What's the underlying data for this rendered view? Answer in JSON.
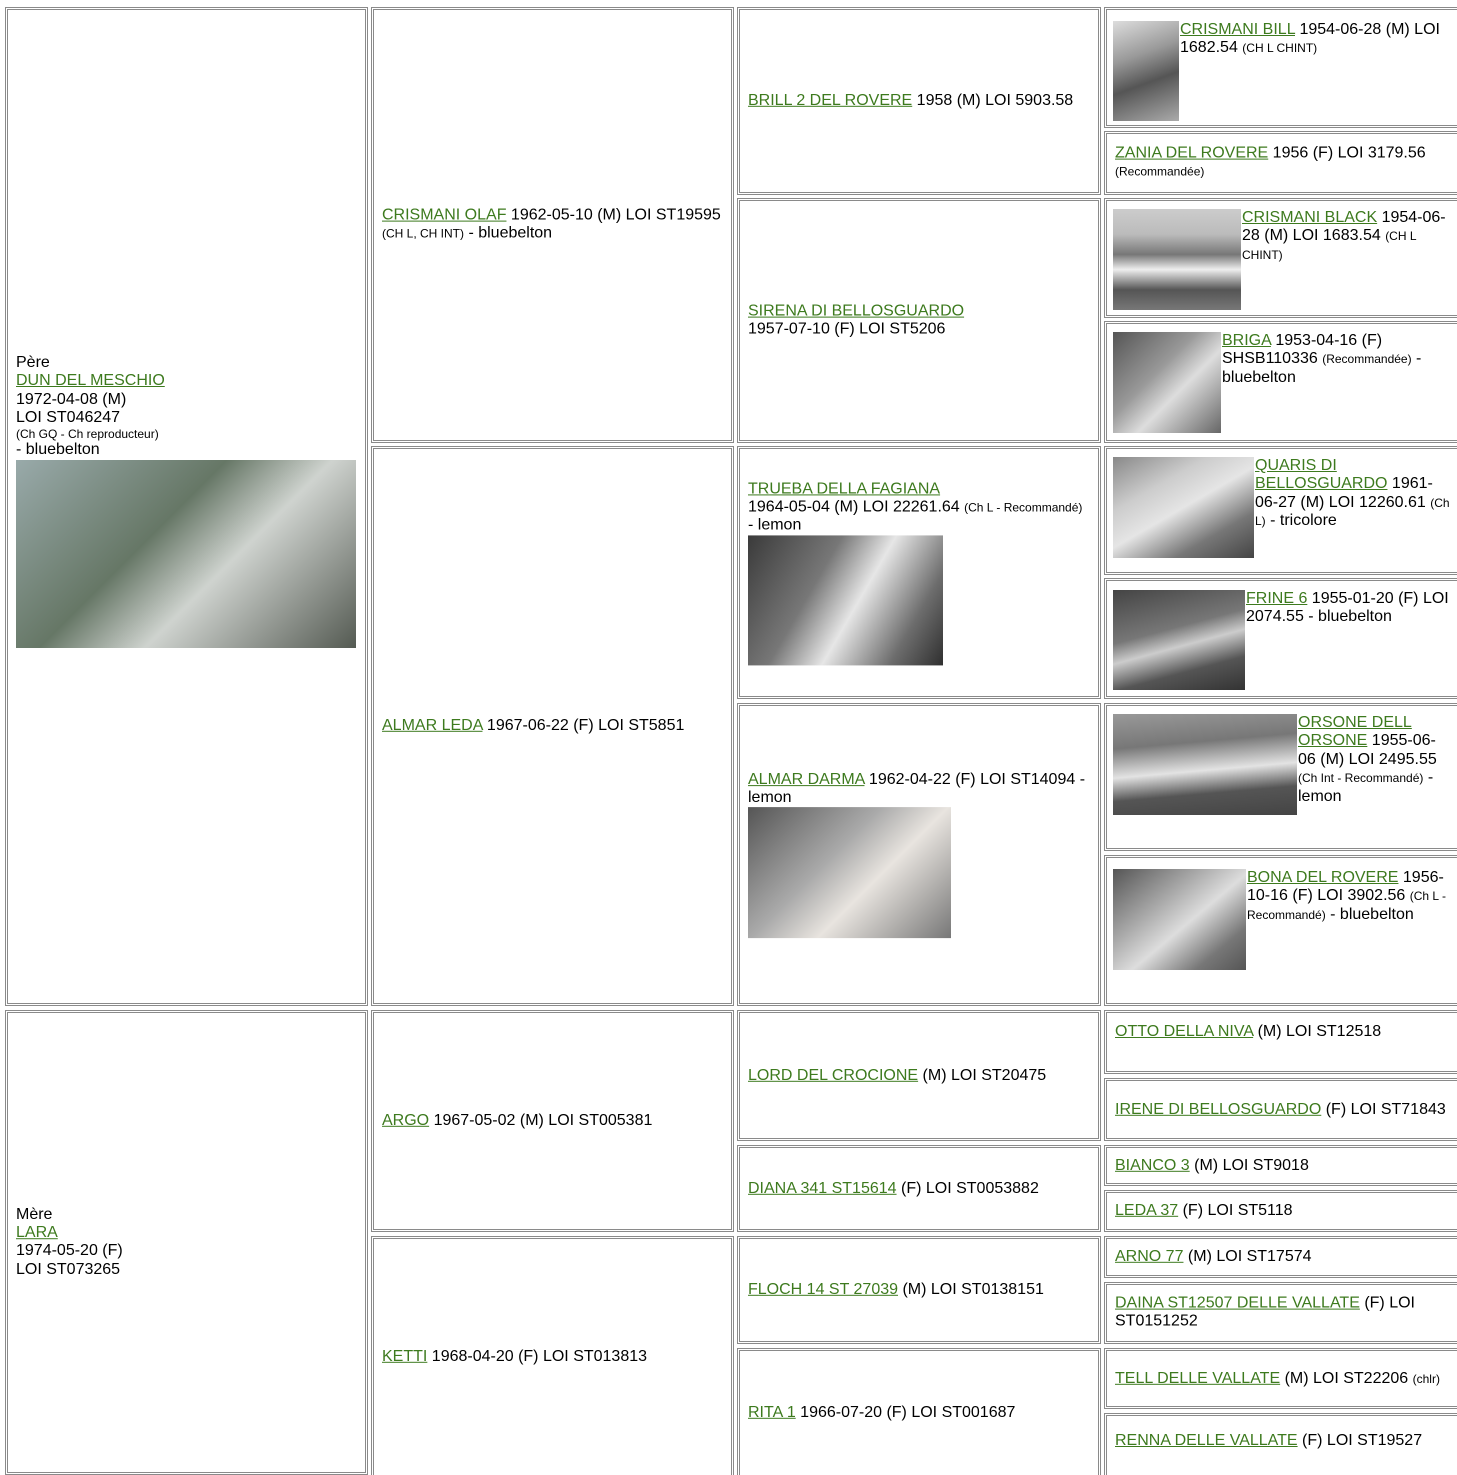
{
  "sire": {
    "role": "Père",
    "name": "DUN DEL MESCHIO",
    "line1": "1972-04-08 (M)",
    "line2": "LOI ST046247",
    "titles": "(Ch GQ - Ch reproducteur)",
    "color": "- bluebelton"
  },
  "dam": {
    "role": "Mère",
    "name": "LARA",
    "line1": "1974-05-20 (F)",
    "line2": "LOI ST073265"
  },
  "g2": [
    {
      "name": "CRISMANI OLAF",
      "info": " 1962-05-10 (M) LOI ST19595 ",
      "titles": "(CH L, CH INT)",
      "tail": " - bluebelton"
    },
    {
      "name": "ALMAR LEDA",
      "info": " 1967-06-22 (F) LOI ST5851"
    },
    {
      "name": "ARGO",
      "info": " 1967-05-02 (M) LOI ST005381"
    },
    {
      "name": "KETTI",
      "info": " 1968-04-20 (F) LOI ST013813"
    }
  ],
  "g3": [
    {
      "name": "BRILL 2 DEL ROVERE",
      "info": " 1958 (M) LOI 5903.58"
    },
    {
      "name": "SIRENA DI BELLOSGUARDO",
      "info": " 1957-07-10 (F) LOI ST5206"
    },
    {
      "name": "TRUEBA DELLA FAGIANA",
      "info": " 1964-05-04 (M) LOI 22261.64 ",
      "titles": "(Ch L - Recommandé)",
      "tail": " - lemon"
    },
    {
      "name": "ALMAR DARMA",
      "info": " 1962-04-22 (F) LOI ST14094 - lemon"
    },
    {
      "name": "LORD DEL CROCIONE",
      "info": " (M) LOI ST20475"
    },
    {
      "name": "DIANA 341 ST15614",
      "info": " (F) LOI ST0053882"
    },
    {
      "name": "FLOCH 14 ST 27039",
      "info": " (M) LOI ST0138151"
    },
    {
      "name": "RITA 1",
      "info": " 1966-07-20 (F) LOI ST001687"
    }
  ],
  "g4": [
    {
      "name": "CRISMANI BILL",
      "info": " 1954-06-28 (M) LOI 1682.54 ",
      "titles": "(CH L CHINT)"
    },
    {
      "name": "ZANIA DEL ROVERE",
      "info": " 1956 (F) LOI 3179.56 ",
      "titles": "(Recommandée)"
    },
    {
      "name": "CRISMANI BLACK",
      "info": " 1954-06-28 (M) LOI 1683.54 ",
      "titles": "(CH L CHINT)"
    },
    {
      "name": "BRIGA",
      "info": " 1953-04-16 (F) SHSB110336 ",
      "titles": "(Recommandée)",
      "tail": " - bluebelton"
    },
    {
      "name": "QUARIS DI BELLOSGUARDO",
      "info": " 1961-06-27 (M) LOI 12260.61 ",
      "titles": "(Ch L)",
      "tail": " - tricolore"
    },
    {
      "name": "FRINE 6",
      "info": " 1955-01-20 (F) LOI 2074.55 - bluebelton"
    },
    {
      "name": "ORSONE DELL ORSONE",
      "info": " 1955-06-06 (M) LOI 2495.55 ",
      "titles": "(Ch Int - Recommandé)",
      "tail": " - lemon"
    },
    {
      "name": "BONA DEL ROVERE",
      "info": " 1956-10-16 (F) LOI 3902.56 ",
      "titles": "(Ch L - Recommandé)",
      "tail": " - bluebelton"
    },
    {
      "name": "OTTO DELLA NIVA",
      "info": " (M) LOI ST12518"
    },
    {
      "name": "IRENE DI BELLOSGUARDO",
      "info": " (F) LOI ST71843"
    },
    {
      "name": "BIANCO 3",
      "info": " (M) LOI ST9018"
    },
    {
      "name": "LEDA 37",
      "info": " (F) LOI ST5118"
    },
    {
      "name": "ARNO 77",
      "info": " (M) LOI ST17574"
    },
    {
      "name": "DAINA ST12507 DELLE VALLATE",
      "info": " (F) LOI ST0151252"
    },
    {
      "name": "TELL DELLE VALLATE",
      "info": " (M) LOI ST22206 ",
      "titles": "(chlr)"
    },
    {
      "name": "RENNA DELLE VALLATE",
      "info": " (F) LOI ST19527"
    }
  ]
}
